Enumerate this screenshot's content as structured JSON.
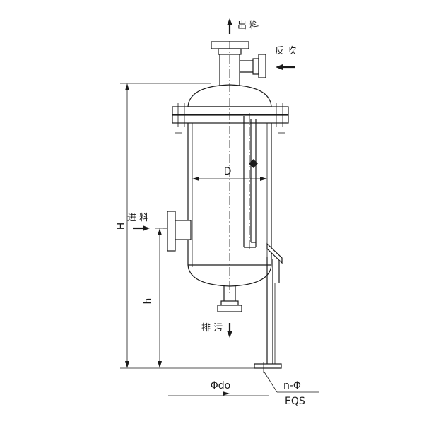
{
  "labels": {
    "outlet": "出 料",
    "backflush": "反 吹",
    "inlet": "进 料",
    "drain": "排 污"
  },
  "dimensions": {
    "diameter": "D",
    "height_total": "H",
    "height_inlet": "h",
    "outlet_dia": "Φdo",
    "bolt_holes": "n-Φ",
    "standard": "EQS"
  }
}
